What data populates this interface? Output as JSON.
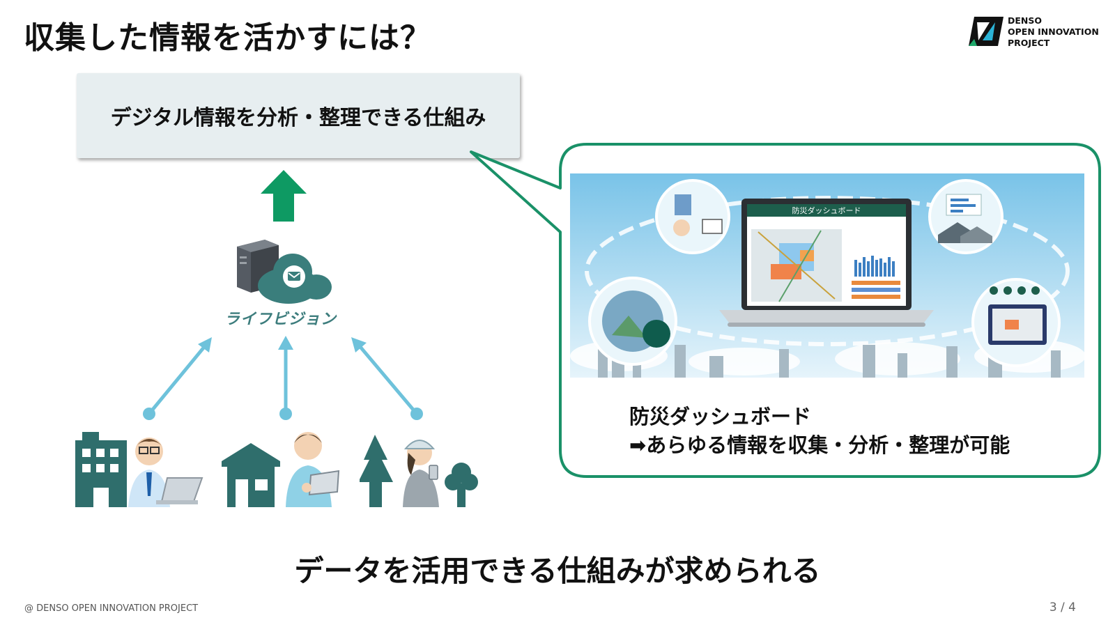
{
  "slide": {
    "title": "収集した情報を活かすには？",
    "top_box_label": "デジタル情報を分析・整理できる仕組み",
    "cloud_brand": "ライフビジョン",
    "dashboard_screen_title": "防災ダッシュボード",
    "callout_caption_line1": "防災ダッシュボード",
    "callout_caption_line2": "➡あらゆる情報を収集・分析・整理が可能",
    "bottom_message": "データを活用できる仕組みが求められる",
    "footer_copyright": "@ DENSO OPEN INNOVATION PROJECT",
    "page_number": "3 / 4"
  },
  "logo": {
    "line1": "DENSO",
    "line2": "OPEN INNOVATION",
    "line3": "PROJECT"
  },
  "colors": {
    "arrow_green": "#0e9a63",
    "callout_border": "#1a9168",
    "teal": "#2f6e6c",
    "light_blue": "#6ec2db"
  }
}
